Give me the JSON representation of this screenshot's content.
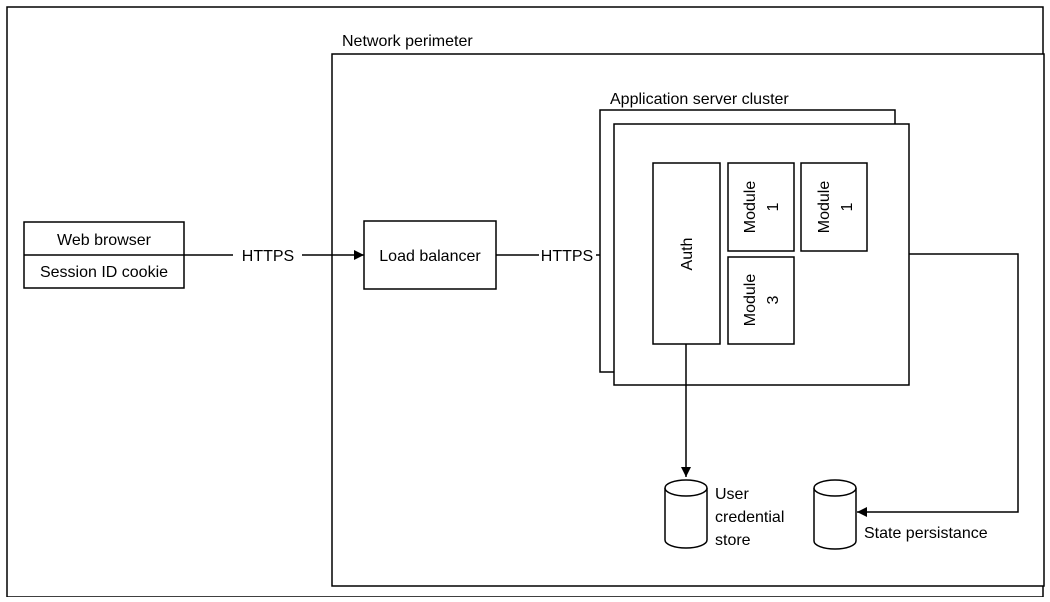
{
  "network_perimeter": {
    "label": "Network perimeter"
  },
  "browser": {
    "title": "Web browser",
    "cookie": "Session ID cookie"
  },
  "load_balancer": {
    "label": "Load balancer"
  },
  "connections": {
    "browser_to_lb": "HTTPS",
    "lb_to_cluster": "HTTPS"
  },
  "cluster": {
    "label": "Application server cluster",
    "auth": "Auth",
    "modules": [
      {
        "name": "Module",
        "num": "1"
      },
      {
        "name": "Module",
        "num": "1"
      },
      {
        "name": "Module",
        "num": "3"
      }
    ]
  },
  "credential_store": {
    "line1": "User",
    "line2": "credential",
    "line3": "store"
  },
  "state_store": {
    "label": "State persistance"
  }
}
